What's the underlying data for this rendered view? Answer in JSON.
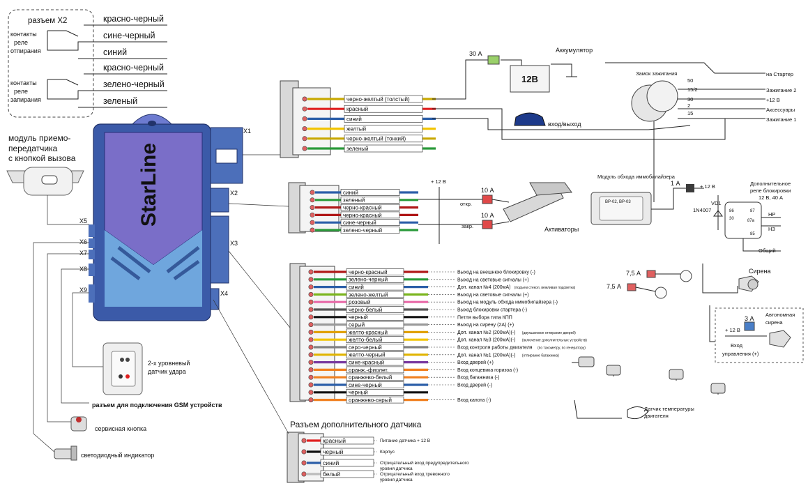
{
  "x2_box": {
    "title": "разъем X2",
    "unlock_label": [
      "контакты",
      "реле",
      "отпирания"
    ],
    "lock_label": [
      "контакты",
      "реле",
      "запирания"
    ],
    "wires": [
      "красно-черный",
      "сине-черный",
      "синий",
      "красно-черный",
      "зелено-черный",
      "зеленый"
    ]
  },
  "module": {
    "brand": "StarLine",
    "transceiver_label": [
      "модуль приемо-",
      "передатчика",
      "с кнопкой вызова"
    ],
    "ports": [
      "X1",
      "X2",
      "X3",
      "X4",
      "X5",
      "X6",
      "X7",
      "X8",
      "X9"
    ]
  },
  "x1": {
    "wires": [
      {
        "label": "черно-желтый (толстый)",
        "color": "#c8a800"
      },
      {
        "label": "красный",
        "color": "#e02020"
      },
      {
        "label": "синий",
        "color": "#2b5ea8"
      },
      {
        "label": "желтый",
        "color": "#f2c400"
      },
      {
        "label": "черно-желтый (тонкий)",
        "color": "#c8a800"
      },
      {
        "label": "зеленый",
        "color": "#2a9a3a"
      }
    ]
  },
  "power": {
    "fuse_30": "30 А",
    "battery_label": "Аккумулятор",
    "battery_value": "12В",
    "car_label": "вход/выход",
    "ignition_title": "Замок зажигания",
    "ignition_terms": [
      "50",
      "15/2",
      "30",
      "2",
      "15"
    ],
    "outputs": [
      "на Стартер",
      "Зажигание 2",
      "+12 В",
      "Аксессуары",
      "Зажигание 1"
    ]
  },
  "x2": {
    "wires": [
      {
        "label": "синий",
        "color": "#2b5ea8"
      },
      {
        "label": "зеленый",
        "color": "#2a9a3a"
      },
      {
        "label": "черно-красный",
        "color": "#b01818"
      },
      {
        "label": "черно-красный",
        "color": "#b01818"
      },
      {
        "label": "сине-черный",
        "color": "#2b5ea8"
      },
      {
        "label": "зелено-черный",
        "color": "#2a9a3a"
      }
    ],
    "plus12": "+ 12 В",
    "fuse_10a": "10 А",
    "fuse_10b": "10 А",
    "open": "откр.",
    "close": "закр.",
    "actuators": "Активаторы"
  },
  "bypass": {
    "title": "Модуль обхода иммобилайзера",
    "models": "BP-02, BP-03",
    "fuse_1a": "1 А",
    "plus12": "+ 12 В",
    "diode": "VD1",
    "diode_type": "1N4007",
    "relay_title": [
      "Дополнительное",
      "реле блокировки",
      "12 В, 40 А"
    ],
    "relay_pins": [
      "86",
      "30",
      "87",
      "87a",
      "85"
    ],
    "nr": "НР",
    "nz": "НЗ",
    "common": "Общий"
  },
  "x3": {
    "wires": [
      {
        "label": "черно-красный",
        "color": "#b01818",
        "desc": "Выход на внешнюю блокировку (-)"
      },
      {
        "label": "зелено-черный",
        "color": "#2a9a3a",
        "desc": "Выход на световые сигналы (+)"
      },
      {
        "label": "синий",
        "color": "#2b5ea8",
        "desc": "Доп. канал №4 (200мА)",
        "note": "(подъем стекол, вежливая подсветка)"
      },
      {
        "label": "зелено-желтый",
        "color": "#7ab51d",
        "desc": "Выход на световые сигналы (+)"
      },
      {
        "label": "розовый",
        "color": "#e86aa8",
        "desc": "Выход на модуль обхода иммобилайзера (-)"
      },
      {
        "label": "черно-белый",
        "color": "#555555",
        "desc": "Выход блокировки стартера (-)"
      },
      {
        "label": "черный",
        "color": "#111111",
        "desc": "Петля выбора типа КПП"
      },
      {
        "label": "серый",
        "color": "#9a9a9a",
        "desc": "Выход на сирену (2А) (+)"
      },
      {
        "label": "желто-красный",
        "color": "#e0a000",
        "desc": "Доп. канал №2 (200мА)(-)",
        "note": "(двухшаговое отпирание дверей)"
      },
      {
        "label": "желто-белый",
        "color": "#f2c400",
        "desc": "Доп. канал №3 (200мА)(-)",
        "note": "(включение дополнительных устройств)"
      },
      {
        "label": "серо-черный",
        "color": "#808080",
        "desc": "Вход контроля работы двигателя",
        "note": "(по тахометру, по генератору)"
      },
      {
        "label": "желто-черный",
        "color": "#e0b400",
        "desc": "Доп. канал №1 (200мА)(-)",
        "note": "(отпирание багажника)"
      },
      {
        "label": "сине-красный",
        "color": "#7a3aa0",
        "desc": "Вход дверей (+)"
      },
      {
        "label": "оранж.-фиолет.",
        "color": "#f08020",
        "desc": "Вход концевика горизоа (-)"
      },
      {
        "label": "оранжево-белый",
        "color": "#f08020",
        "desc": "Вход багажника (-)"
      },
      {
        "label": "сине-черный",
        "color": "#2b5ea8",
        "desc": "Вход дверей (-)"
      },
      {
        "label": "черный",
        "color": "#111111",
        "desc": ""
      },
      {
        "label": "оранжево-серый",
        "color": "#f08020",
        "desc": "Вход капота (-)"
      }
    ],
    "fuse_75a": "7,5 А",
    "fuse_75b": "7,5 А",
    "siren": "Сирена",
    "auto_siren": [
      "Автономная",
      "сирена"
    ],
    "fuse_3a": "3 А",
    "plus12": "+ 12 В",
    "control_input": [
      "Вход",
      "управления (+)"
    ],
    "temp_sensor": [
      "Датчик температуры",
      "двигателя"
    ]
  },
  "left_devices": {
    "shock_sensor": [
      "2-х уровневый",
      "датчик удара"
    ],
    "gsm": "разъем для подключения GSM устройств",
    "service_button": "сервисная кнопка",
    "led": "светодиодный индикатор"
  },
  "x4": {
    "title": "Разъем дополнительного датчика",
    "wires": [
      {
        "label": "красный",
        "color": "#e02020",
        "desc": [
          "Питание датчика + 12 В"
        ]
      },
      {
        "label": "черный",
        "color": "#111111",
        "desc": [
          "Корпус"
        ]
      },
      {
        "label": "синий",
        "color": "#2b5ea8",
        "desc": [
          "Отрицательный вход предупредительного",
          "уровня датчика"
        ]
      },
      {
        "label": "белый",
        "color": "#ffffff",
        "desc": [
          "Отрицательный вход тревожного",
          "уровня датчика"
        ]
      }
    ]
  }
}
